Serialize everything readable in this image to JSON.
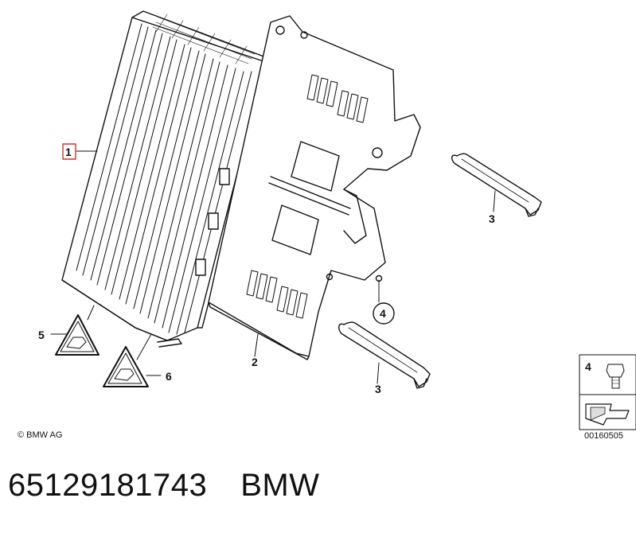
{
  "callouts": {
    "c1": "1",
    "c2": "2",
    "c3a": "3",
    "c3b": "3",
    "c4": "4",
    "c5": "5",
    "c6": "6"
  },
  "legend": {
    "item_number": "4",
    "drawing_number": "00160505"
  },
  "copyright": "© BMW AG",
  "footer": {
    "part_number": "65129181743",
    "brand": "BMW"
  },
  "colors": {
    "line": "#111111",
    "highlight_box": "#d0302f",
    "gray_fill": "#e8e8e8"
  }
}
